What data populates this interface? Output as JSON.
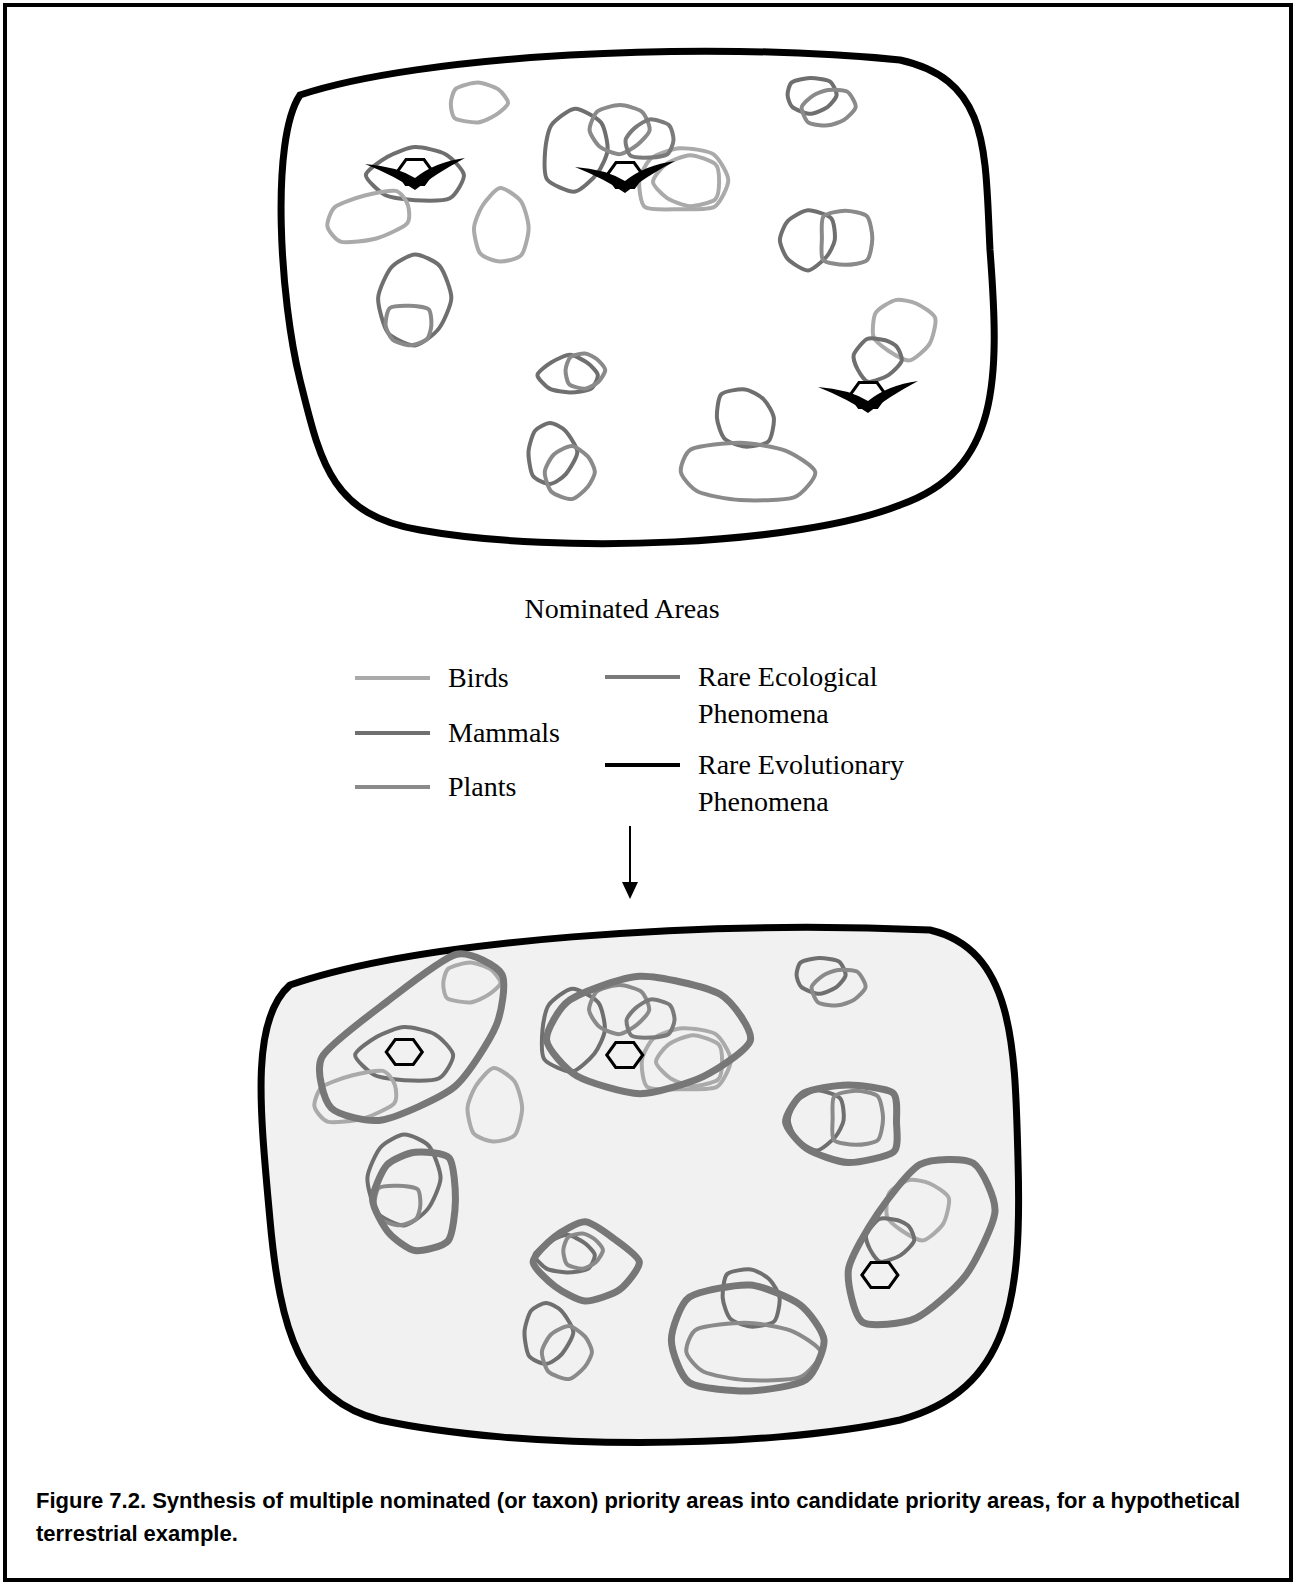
{
  "diagram": {
    "caption": "Figure 7.2. Synthesis of multiple nominated (or taxon) priority areas into candidate priority areas, for a hypothetical terrestrial example.",
    "labels": [
      "Nominated Areas"
    ],
    "legend": [
      {
        "text": "Birds"
      },
      {
        "text": "Mammals"
      },
      {
        "text": "Plants"
      },
      {
        "text": "Rare Ecological Phenomena"
      },
      {
        "text": "Rare Evolutionary Phenomena"
      }
    ]
  }
}
